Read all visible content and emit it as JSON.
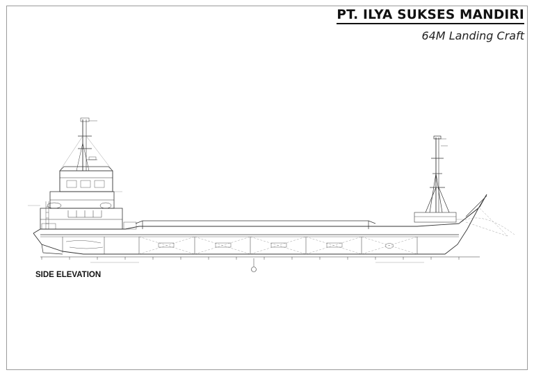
{
  "title_block": {
    "company": "PT. ILYA SUKSES MANDIRI",
    "vessel": "64M Landing Craft"
  },
  "views": {
    "side_elevation_label": "SIDE ELEVATION"
  }
}
